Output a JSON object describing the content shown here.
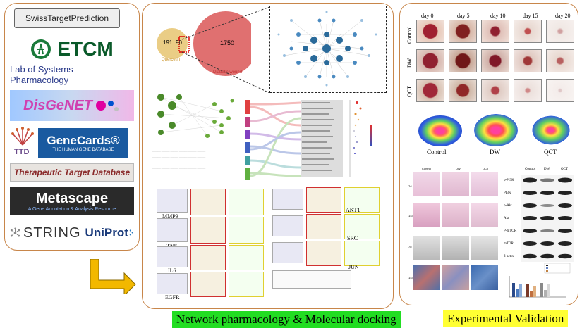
{
  "left_panel": {
    "databases": [
      "SwissTargetPrediction",
      "ETCM",
      "Lab of Systems Pharmacology",
      "DisGeNET",
      "TTD",
      "GeneCards®",
      "THE HUMAN GENE DATABASE",
      "Therapeutic Target Database",
      "Metascape",
      "A Gene Annotation & Analysis Resource",
      "STRING",
      "UniProt"
    ]
  },
  "middle_panel": {
    "venn": {
      "left_count": "191",
      "overlap_count": "90",
      "right_count": "1750",
      "left_label": "Quercetin",
      "right_label": "Diabetic wound"
    },
    "docking_targets": [
      "MMP9",
      "AKT1",
      "TNF",
      "SRC",
      "IL6",
      "JUN",
      "EGFR"
    ],
    "caption": "Network pharmacology & Molecular docking"
  },
  "right_panel": {
    "days": [
      "day 0",
      "day 5",
      "day 10",
      "day 15",
      "day 20"
    ],
    "groups": [
      "Control",
      "DW",
      "QCT"
    ],
    "heatmap_groups": [
      "Control",
      "DW",
      "QCT"
    ],
    "histology_groups": [
      "Control",
      "DW",
      "QCT"
    ],
    "histology_days": [
      "7d",
      "14d",
      "7d",
      "14d"
    ],
    "wb_groups": [
      "Control",
      "DW",
      "QCT"
    ],
    "wb_proteins": [
      "p-PI3K",
      "PI3K",
      "p-Akt",
      "Akt",
      "P-mTOR",
      "mTOR",
      "β-actin"
    ],
    "caption": "Experimental Validation"
  },
  "colors": {
    "panel_border": "#c8864a",
    "arrow": "#f2b800",
    "green_caption": "#22dd22",
    "yellow_caption": "#ffff33"
  }
}
